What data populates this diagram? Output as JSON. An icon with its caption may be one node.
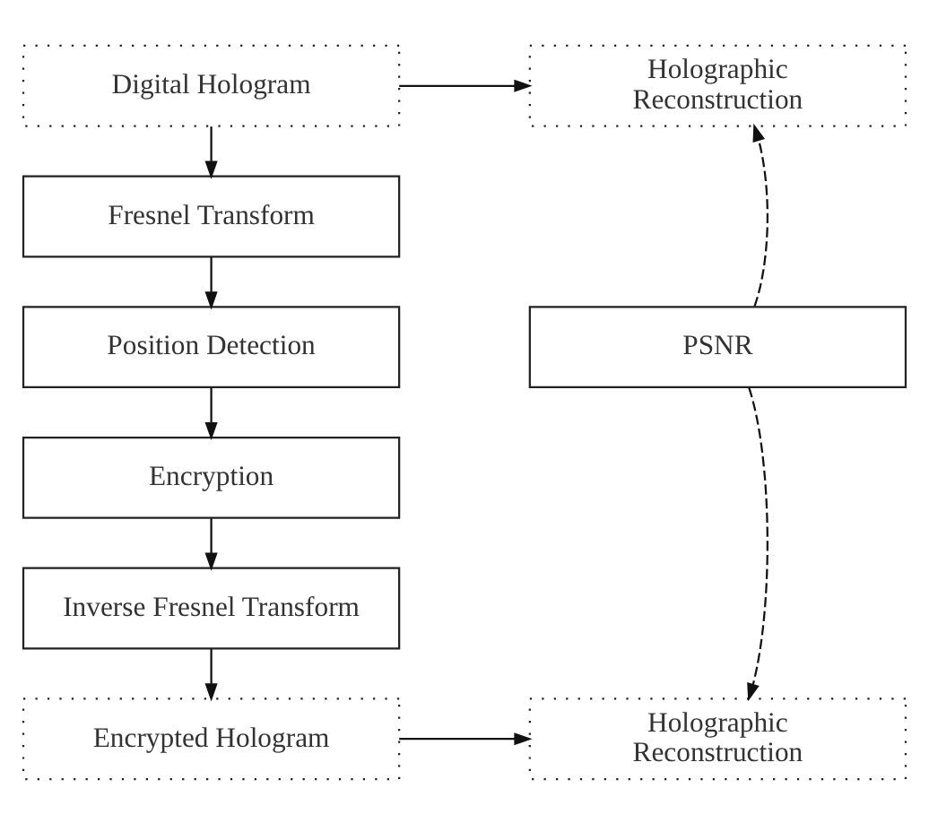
{
  "diagram": {
    "nodes": [
      {
        "text": [
          "Digital Hologram"
        ]
      },
      {
        "text": [
          "Holographic Reconstruction"
        ]
      },
      {
        "text": [
          "Fresnel Transform"
        ]
      },
      {
        "text": [
          "Position Detection"
        ]
      },
      {
        "text": [
          "Encryption"
        ]
      },
      {
        "text": [
          "Inverse Fresnel Transform"
        ]
      },
      {
        "text": [
          "Encrypted Hologram"
        ]
      },
      {
        "text": [
          "Holographic Reconstruction"
        ]
      },
      {
        "text": [
          "PSNR"
        ]
      }
    ],
    "edges": [
      {
        "from": 0,
        "to": 1,
        "arrow": "to"
      },
      {
        "from": 0,
        "to": 2,
        "arrow": "to"
      },
      {
        "from": 2,
        "to": 3,
        "arrow": "to"
      },
      {
        "from": 3,
        "to": 4,
        "arrow": "to"
      },
      {
        "from": 4,
        "to": 5,
        "arrow": "to"
      },
      {
        "from": 5,
        "to": 6,
        "arrow": "to"
      },
      {
        "from": 6,
        "to": 7,
        "arrow": "to"
      },
      {
        "from": 8,
        "to": 1,
        "arrow": "to",
        "style": "dashed"
      },
      {
        "from": 8,
        "to": 7,
        "arrow": "to",
        "style": "dashed"
      }
    ]
  }
}
